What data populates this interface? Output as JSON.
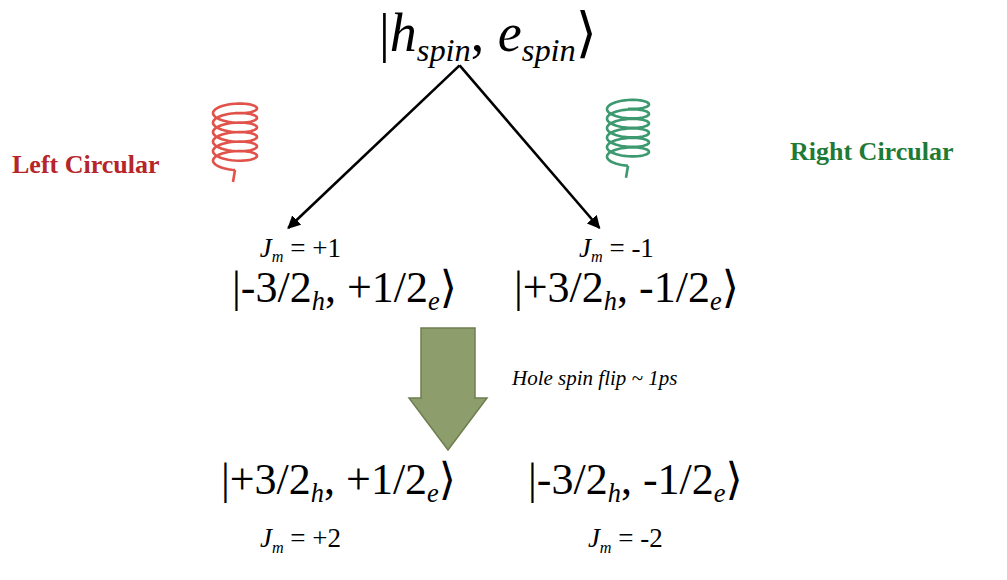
{
  "diagram": {
    "nodes": [
      {
        "text": [
          "|hspin, espin⟩"
        ]
      },
      {
        "text": [
          "Jm = +1",
          "|-3/2h, +1/2e⟩"
        ]
      },
      {
        "text": [
          "Jm = -1",
          "|+3/2h, -1/2e⟩"
        ]
      },
      {
        "text": [
          "|+3/2h, +1/2e⟩",
          "Jm = +2"
        ]
      },
      {
        "text": [
          "|-3/2h, -1/2e⟩",
          "Jm = -2"
        ]
      }
    ],
    "edges": [
      {
        "from": 0,
        "to": 1,
        "arrow": "to"
      },
      {
        "from": 0,
        "to": 2,
        "arrow": "to"
      }
    ],
    "labels": [
      "Left Circular",
      "Right Circular",
      "Hole spin flip ~ 1ps"
    ]
  }
}
